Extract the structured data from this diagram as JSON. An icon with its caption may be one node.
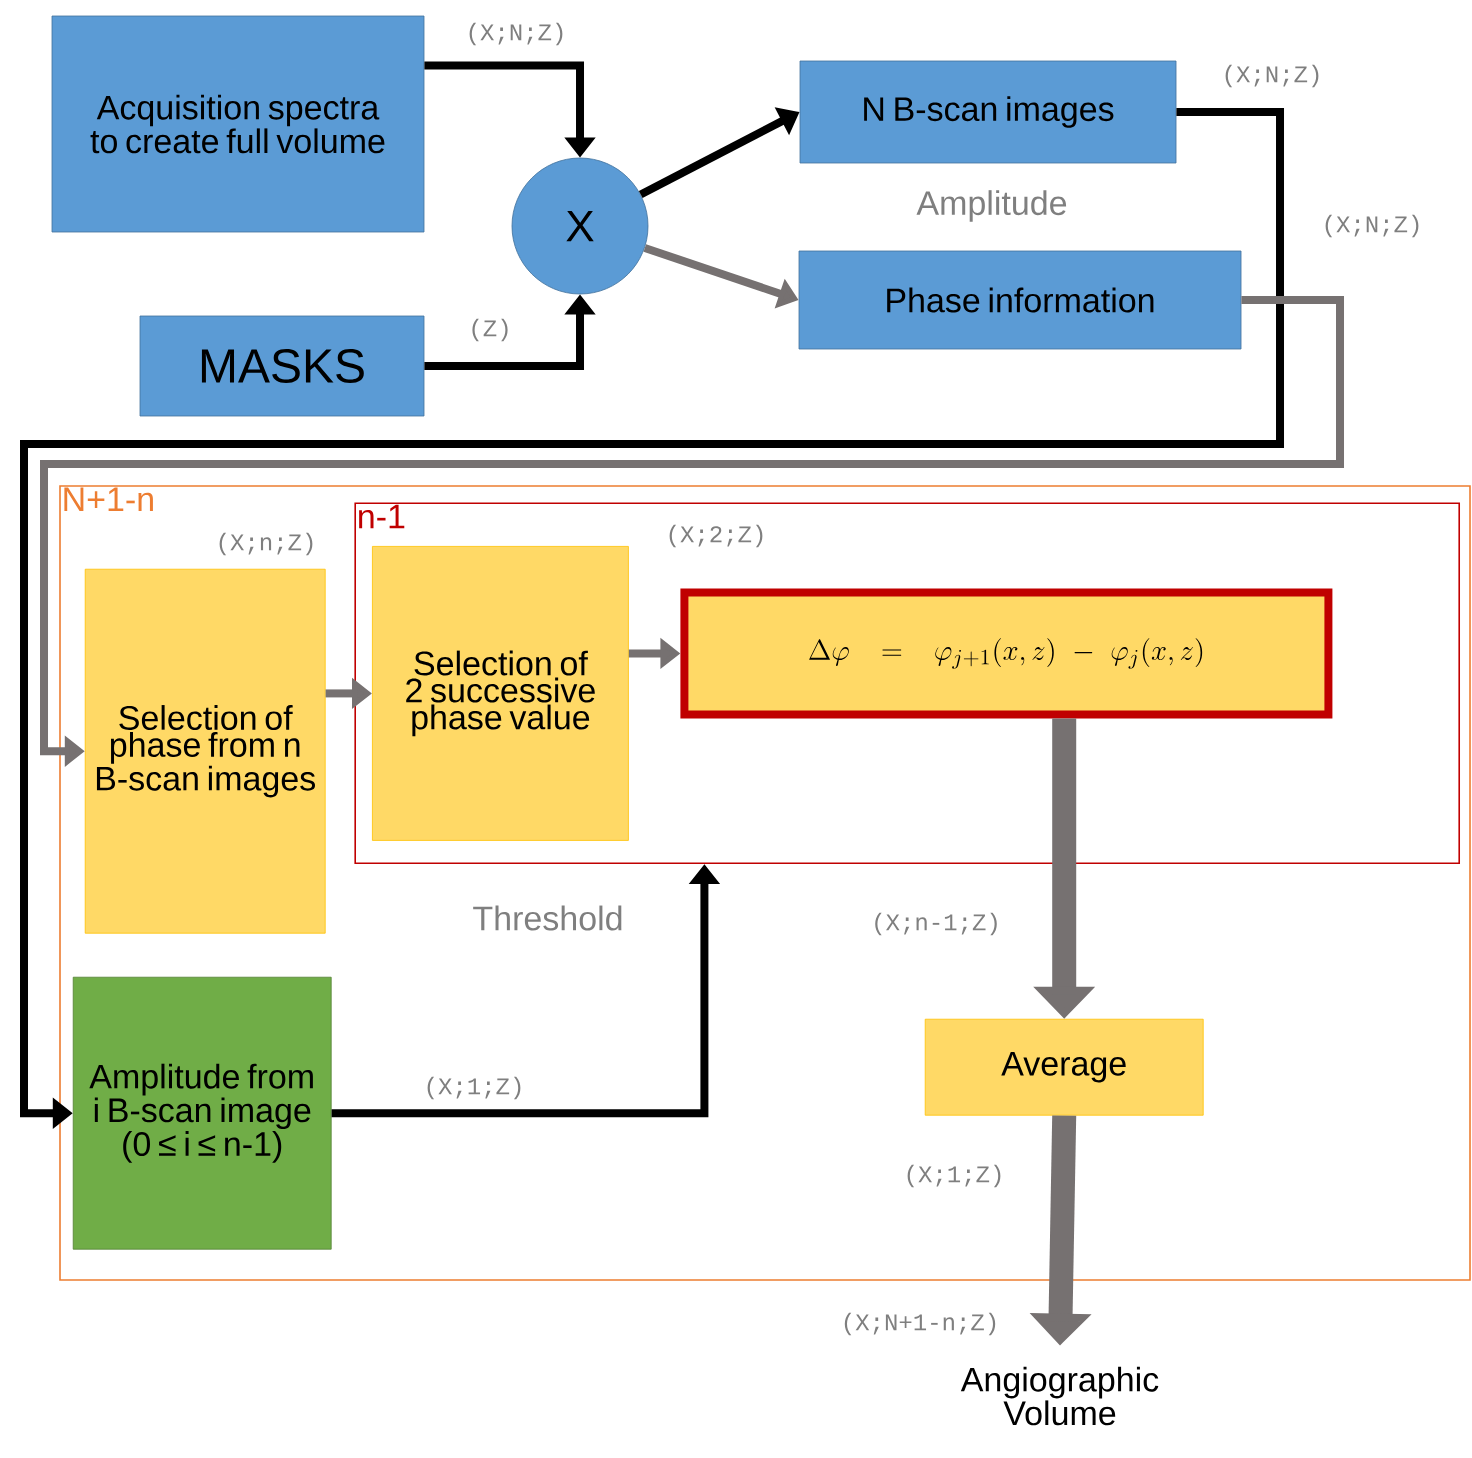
{
  "diagram": {
    "nodes": [
      {
        "text": [
          "Acquisition spectra to create full volume"
        ]
      },
      {
        "text": [
          "MASKS"
        ]
      },
      {
        "text": [
          "X"
        ]
      },
      {
        "text": [
          "N B-scan images"
        ],
        "beside": [
          "(X;N;Z)"
        ]
      },
      {
        "text": [
          "Phase information"
        ]
      },
      {
        "text": [
          "N+1-n"
        ]
      },
      {
        "text": [
          "n-1"
        ],
        "in": 5
      },
      {
        "text": [
          "Selection of phase from n B-scan images"
        ],
        "in": 5,
        "beside": [
          "(X;n;Z)"
        ]
      },
      {
        "text": [
          "Selection of 2 successive phase value"
        ],
        "in": 6,
        "beside": [
          "(X;2;Z)"
        ]
      },
      {
        "text": [
          "\\Delta\\varphi = \\varphi_{j+1}(x,z) - \\varphi_{j}(x,z)"
        ],
        "in": 6
      },
      {
        "text": [
          "Amplitude from i B-scan image (0 ≤ i ≤ n-1)"
        ],
        "in": 5
      },
      {
        "text": [
          "Average"
        ],
        "in": 5
      },
      {
        "text": [
          "Angiographic Volume"
        ],
        "beside": [
          "(X;N+1-n;Z)"
        ]
      }
    ],
    "edges": [
      {
        "from": 0,
        "to": 2,
        "arrow": "to",
        "label": "(X;N;Z)",
        "color": "#000000"
      },
      {
        "from": 1,
        "to": 2,
        "arrow": "to",
        "label": "(Z)",
        "color": "#000000"
      },
      {
        "from": 2,
        "to": 3,
        "arrow": "to",
        "color": "#000000"
      },
      {
        "from": 2,
        "to": 4,
        "arrow": "to",
        "color": "#767171"
      },
      {
        "from": 3,
        "to": 10,
        "arrow": "to",
        "label": "(X;N;Z)",
        "color": "#000000"
      },
      {
        "from": 4,
        "to": 7,
        "arrow": "to",
        "color": "#767171"
      },
      {
        "from": 7,
        "to": 8,
        "arrow": "to",
        "color": "#767171"
      },
      {
        "from": 8,
        "to": 9,
        "arrow": "to",
        "color": "#767171"
      },
      {
        "from": 9,
        "to": 11,
        "arrow": "to",
        "label": "(X;n-1;Z)",
        "style": "thick",
        "color": "#767171"
      },
      {
        "from": 10,
        "to": 6,
        "arrow": "to",
        "label": "(X;1;Z)",
        "color": "#000000"
      },
      {
        "from": 11,
        "to": 12,
        "arrow": "to",
        "label": "(X;1;Z)",
        "style": "thick",
        "color": "#767171"
      }
    ],
    "labels": [
      "Amplitude",
      "Threshold"
    ]
  }
}
